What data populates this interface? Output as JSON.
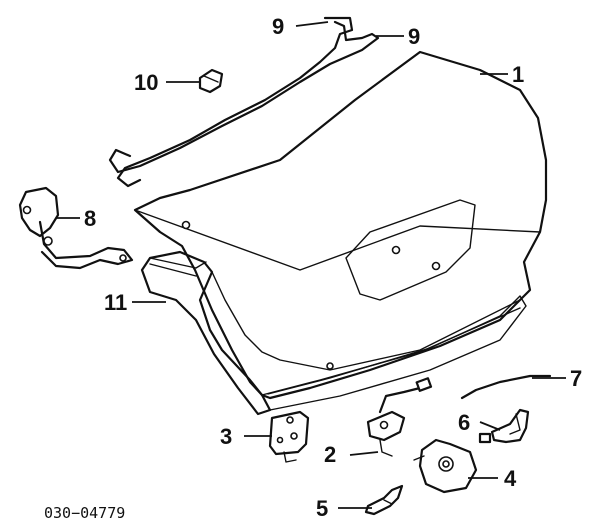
{
  "diagram_code": "030−04779",
  "callouts": [
    {
      "id": "callout-1",
      "label": "1"
    },
    {
      "id": "callout-2",
      "label": "2"
    },
    {
      "id": "callout-3",
      "label": "3"
    },
    {
      "id": "callout-4",
      "label": "4"
    },
    {
      "id": "callout-5",
      "label": "5"
    },
    {
      "id": "callout-6",
      "label": "6"
    },
    {
      "id": "callout-7",
      "label": "7"
    },
    {
      "id": "callout-8",
      "label": "8"
    },
    {
      "id": "callout-9a",
      "label": "9"
    },
    {
      "id": "callout-9b",
      "label": "9"
    },
    {
      "id": "callout-10",
      "label": "10"
    },
    {
      "id": "callout-11",
      "label": "11"
    }
  ]
}
